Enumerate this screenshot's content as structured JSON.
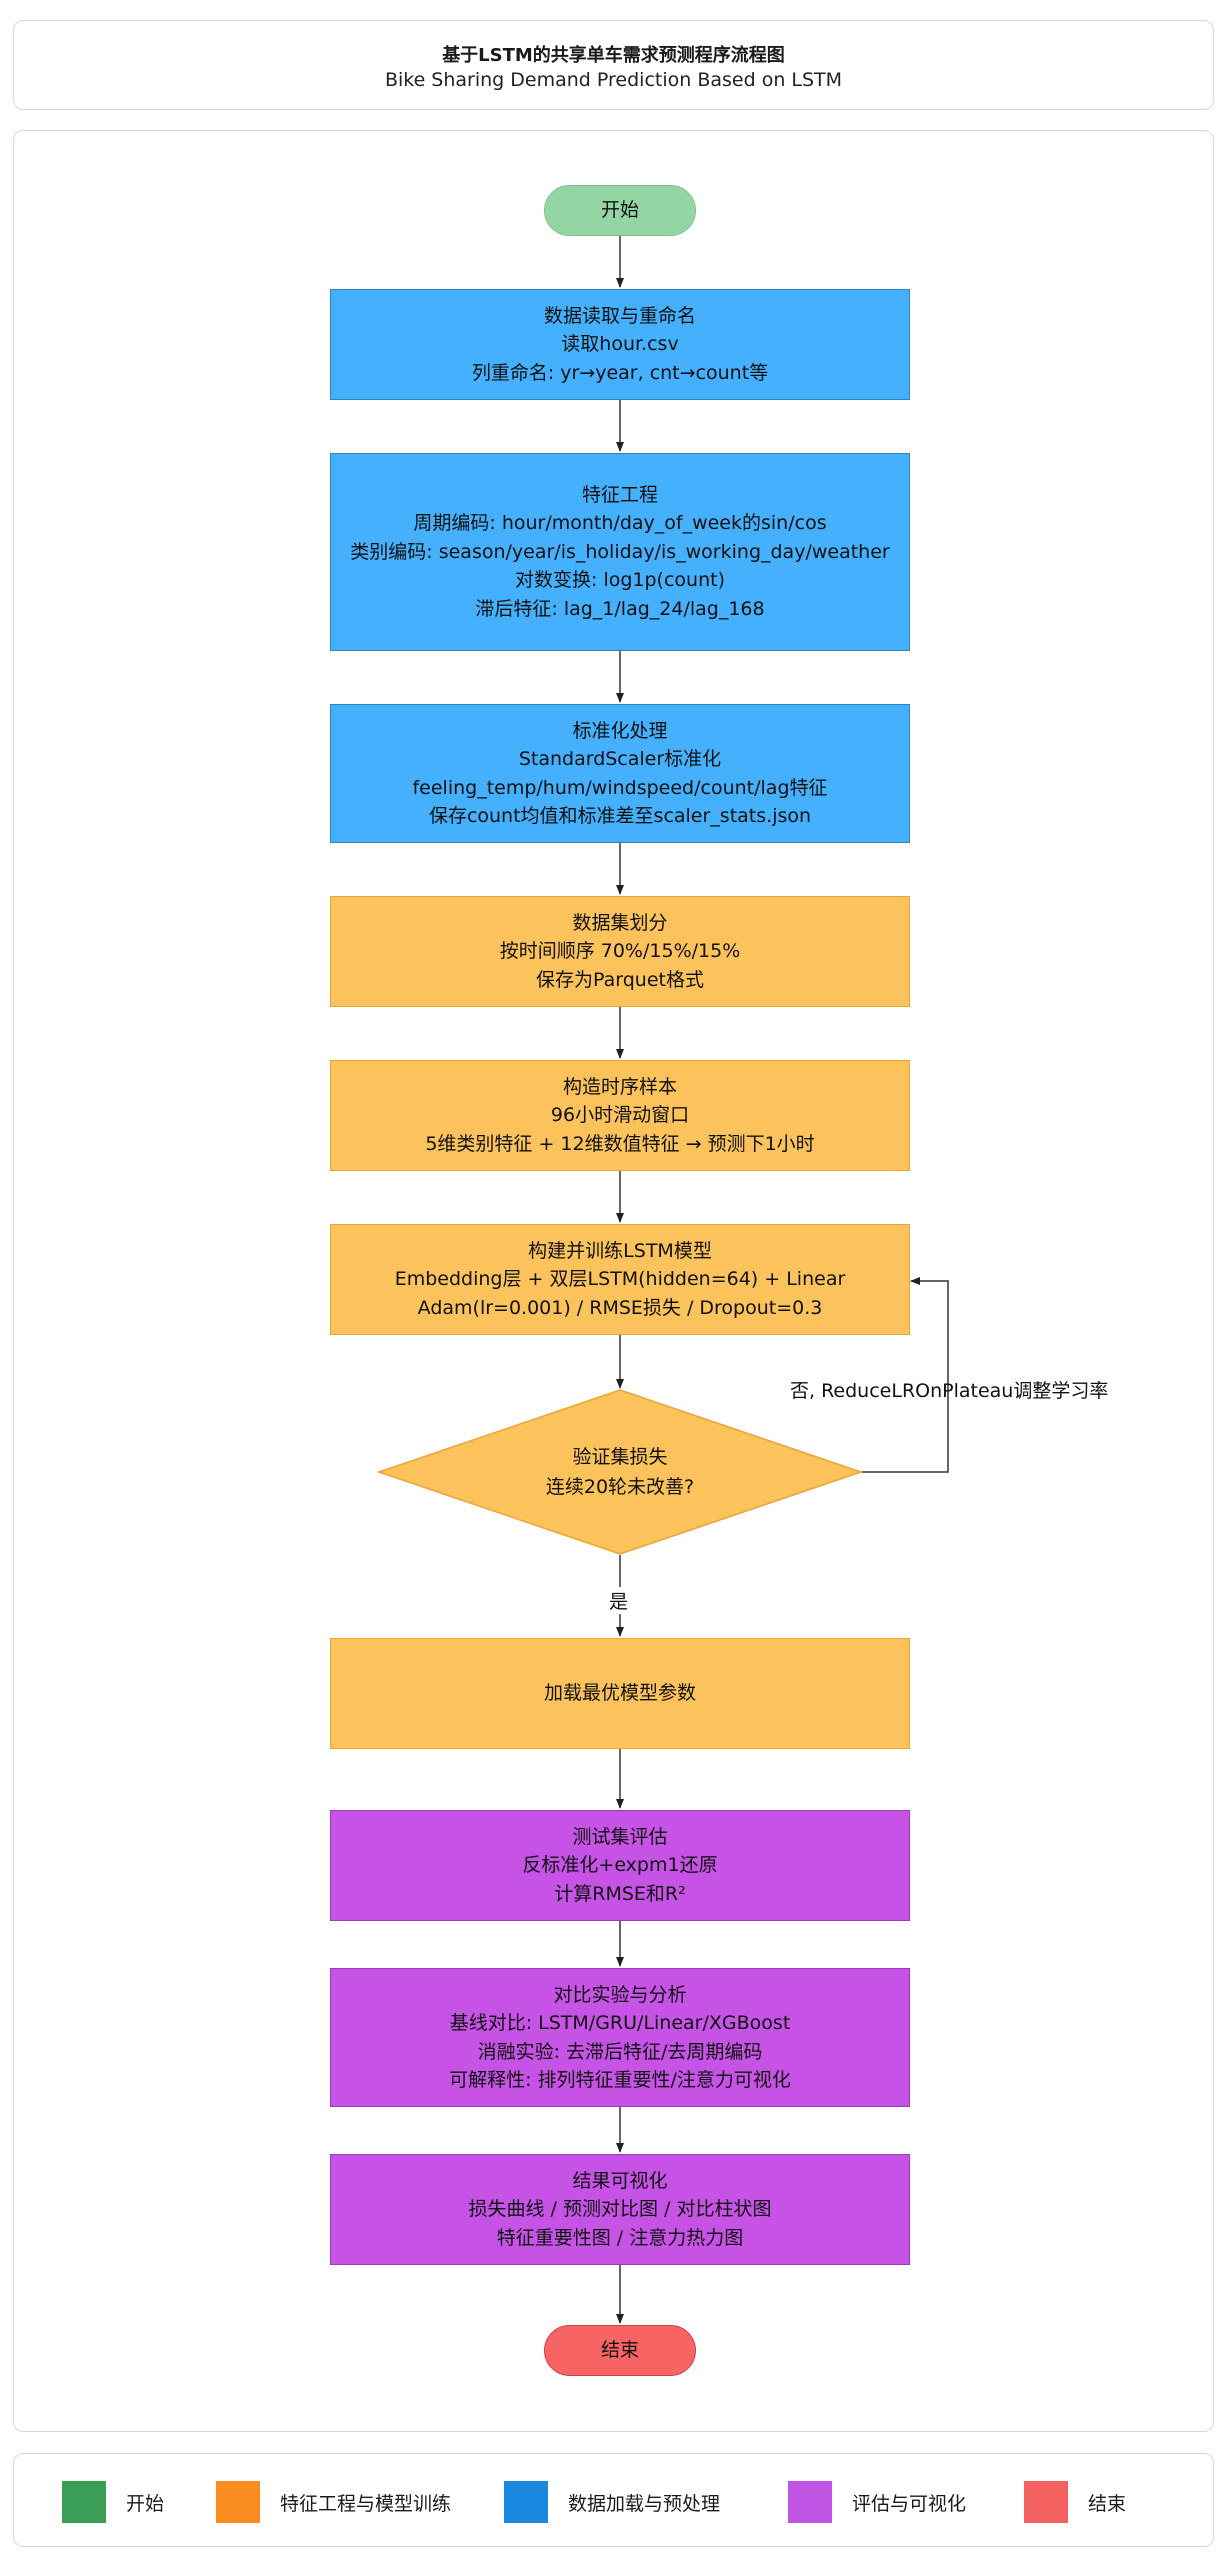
{
  "title": {
    "main": "基于LSTM的共享单车需求预测程序流程图",
    "sub": "Bike Sharing Demand Prediction Based on LSTM"
  },
  "nodes": {
    "start": "开始",
    "load": [
      "数据读取与重命名",
      "读取hour.csv",
      "列重命名: yr→year, cnt→count等"
    ],
    "features": [
      "特征工程",
      "周期编码: hour/month/day_of_week的sin/cos",
      "类别编码: season/year/is_holiday/is_working_day/weather",
      "对数变换: log1p(count)",
      "滞后特征: lag_1/lag_24/lag_168"
    ],
    "scale": [
      "标准化处理",
      "StandardScaler标准化",
      "feeling_temp/hum/windspeed/count/lag特征",
      "保存count均值和标准差至scaler_stats.json"
    ],
    "split": [
      "数据集划分",
      "按时间顺序 70%/15%/15%",
      "保存为Parquet格式"
    ],
    "samples": [
      "构造时序样本",
      "96小时滑动窗口",
      "5维类别特征 + 12维数值特征 → 预测下1小时"
    ],
    "train": [
      "构建并训练LSTM模型",
      "Embedding层 + 双层LSTM(hidden=64) + Linear",
      "Adam(lr=0.001) / RMSE损失 / Dropout=0.3"
    ],
    "decision": [
      "验证集损失",
      "连续20轮未改善?"
    ],
    "load_best": "加载最优模型参数",
    "test": [
      "测试集评估",
      "反标准化+expm1还原",
      "计算RMSE和R²"
    ],
    "compare": [
      "对比实验与分析",
      "基线对比: LSTM/GRU/Linear/XGBoost",
      "消融实验: 去滞后特征/去周期编码",
      "可解释性: 排列特征重要性/注意力可视化"
    ],
    "visual": [
      "结果可视化",
      "损失曲线 / 预测对比图 / 对比柱状图",
      "特征重要性图 / 注意力热力图"
    ],
    "end": "结束"
  },
  "edge_labels": {
    "no": "否, ReduceLROnPlateau调整学习率",
    "yes": "是"
  },
  "legend": [
    {
      "label": "开始",
      "color": "#3a9e57"
    },
    {
      "label": "特征工程与模型训练",
      "color": "#fb8c1f"
    },
    {
      "label": "数据加载与预处理",
      "color": "#1a88de"
    },
    {
      "label": "评估与可视化",
      "color": "#c153e4"
    },
    {
      "label": "结束",
      "color": "#f46161"
    }
  ],
  "colors": {
    "blue": "#45b0fd",
    "orange": "#fcc25b",
    "purple": "#c653e6",
    "green": "#94d6a3",
    "red": "#f86464"
  }
}
